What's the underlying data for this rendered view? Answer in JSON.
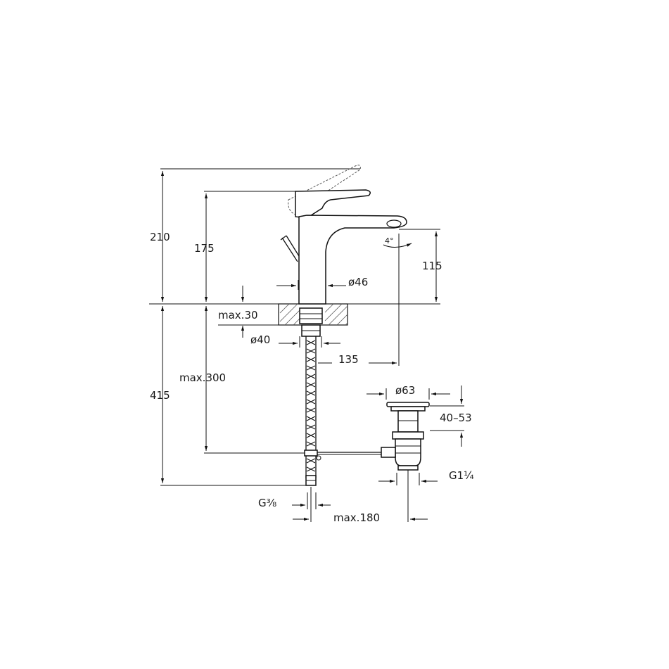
{
  "dimensions": {
    "total_height": "210",
    "body_height": "175",
    "spout_height": "115",
    "body_diameter": "ø46",
    "deck_thickness": "max.30",
    "hole_diameter": "ø40",
    "spout_reach": "135",
    "below_deck": "415",
    "hose_length": "max.300",
    "waste_diameter": "ø63",
    "waste_range": "40–53",
    "waste_thread": "G1¼",
    "hose_thread": "G⅜",
    "offset": "max.180"
  },
  "icons": {
    "rotation": "spout-rotation-arrow-icon"
  }
}
